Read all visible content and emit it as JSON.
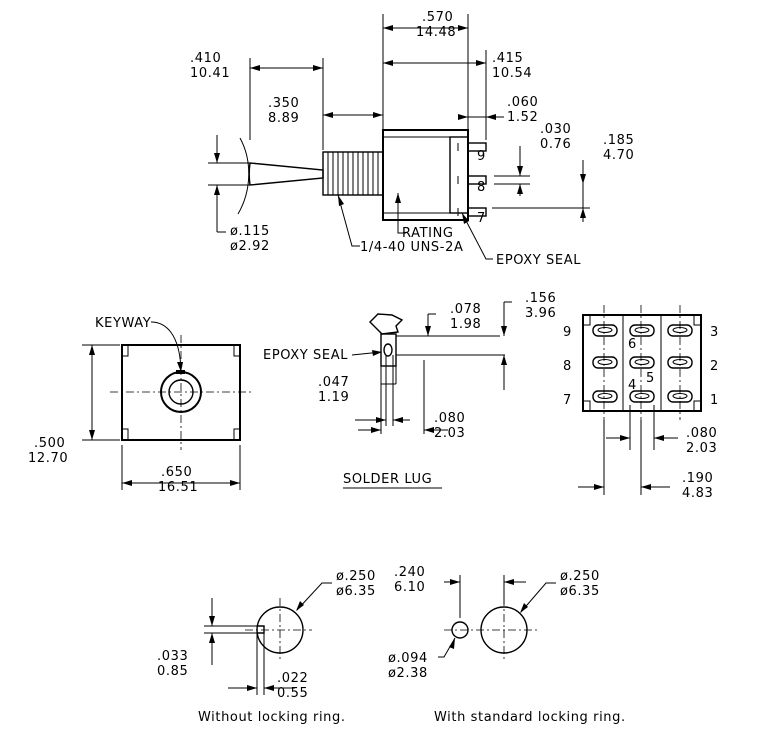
{
  "side_view": {
    "dim_body_width": [
      ".570",
      "14.48"
    ],
    "dim_bushing_total": [
      ".410",
      "10.41"
    ],
    "dim_terminal_overall": [
      ".415",
      "10.54"
    ],
    "dim_thread_length": [
      ".350",
      "8.89"
    ],
    "dim_terminal_stub": [
      ".060",
      "1.52"
    ],
    "dim_terminal_thickness": [
      ".030",
      "0.76"
    ],
    "dim_terminal_height": [
      ".185",
      "4.70"
    ],
    "dim_lever_diameter": [
      "ø.115",
      "ø2.92"
    ],
    "terminal_labels": [
      "9",
      "8",
      "7"
    ],
    "label_rating": "RATING",
    "label_thread": "1/4-40 UNS-2A",
    "label_epoxy": "EPOXY SEAL"
  },
  "front_view": {
    "label_keyway": "KEYWAY",
    "dim_height": [
      ".500",
      "12.70"
    ],
    "dim_width": [
      ".650",
      "16.51"
    ]
  },
  "solder_lug": {
    "title": "SOLDER LUG",
    "label_epoxy": "EPOXY SEAL",
    "dim_hole": [
      ".078",
      "1.98"
    ],
    "dim_top": [
      ".156",
      "3.96"
    ],
    "dim_thickness": [
      ".047",
      "1.19"
    ],
    "dim_width": [
      ".080",
      "2.03"
    ]
  },
  "terminal_view": {
    "left_labels": [
      "9",
      "8",
      "7"
    ],
    "right_labels": [
      "3",
      "2",
      "1"
    ],
    "center_labels": [
      "6",
      "5",
      "4"
    ],
    "dim_lug_spacing": [
      ".080",
      "2.03"
    ],
    "dim_row_spacing": [
      ".190",
      "4.83"
    ]
  },
  "panel_cutout": {
    "without_ring": {
      "dim_hole": [
        "ø.250",
        "ø6.35"
      ],
      "dim_key_height": [
        ".033",
        "0.85"
      ],
      "dim_key_width": [
        ".022",
        "0.55"
      ],
      "caption": "Without locking ring."
    },
    "with_ring": {
      "dim_offset": [
        ".240",
        "6.10"
      ],
      "dim_hole": [
        "ø.250",
        "ø6.35"
      ],
      "dim_pin": [
        "ø.094",
        "ø2.38"
      ],
      "caption": "With standard locking ring."
    }
  }
}
